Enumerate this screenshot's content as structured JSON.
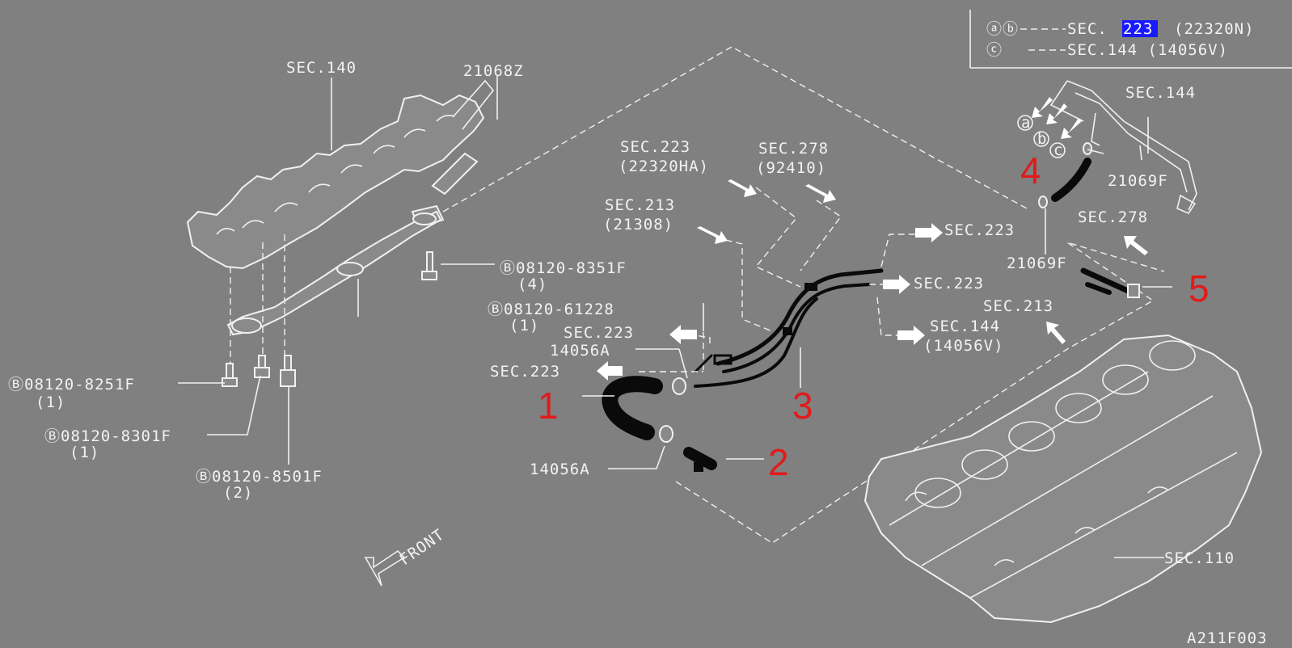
{
  "legend": {
    "row1_symbols": "ⓐⓑ",
    "row1_prefix": "SEC.",
    "row1_highlight": "223",
    "row1_suffix": "(22320N)",
    "row2_symbol": "ⓒ",
    "row2_text": "SEC.144  (14056V)"
  },
  "labels": {
    "sec140": "SEC.140",
    "p21068z": "21068Z",
    "sec223_hose": "SEC.223",
    "sec223_hose_code": "(22320HA)",
    "sec278_top": "SEC.278",
    "sec278_top_code": "(92410)",
    "sec213_left": "SEC.213",
    "sec213_left_code": "(21308)",
    "sec223_right1": "SEC.223",
    "sec223_right2": "SEC.223",
    "sec144_mid": "SEC.144",
    "sec144_mid_code": "(14056V)",
    "sec144_top": "SEC.144",
    "p21069f_top": "21069F",
    "p21069f_mid": "21069F",
    "sec278_right": "SEC.278",
    "sec213_right": "SEC.213",
    "bolt_8351": "Ⓑ08120-8351F",
    "bolt_8351_qty": "(4)",
    "bolt_61228": "Ⓑ08120-61228",
    "bolt_61228_qty": "(1)",
    "sec223_a": "SEC.223",
    "p14056a_top": "14056A",
    "sec223_b": "SEC.223",
    "p14056a_bottom": "14056A",
    "bolt_8251": "Ⓑ08120-8251F",
    "bolt_8251_qty": "(1)",
    "bolt_8301": "Ⓑ08120-8301F",
    "bolt_8301_qty": "(1)",
    "bolt_8501": "Ⓑ08120-8501F",
    "bolt_8501_qty": "(2)",
    "front": "FRONT",
    "sec110": "SEC.110",
    "drawing_id": "A211F003"
  },
  "callouts": [
    "1",
    "2",
    "3",
    "4",
    "5"
  ],
  "colors": {
    "background": "#808080",
    "line": "#f0f0f0",
    "callout": "#e11b1b",
    "highlight": "#1a1aff",
    "hose": "#0a0a0a"
  }
}
